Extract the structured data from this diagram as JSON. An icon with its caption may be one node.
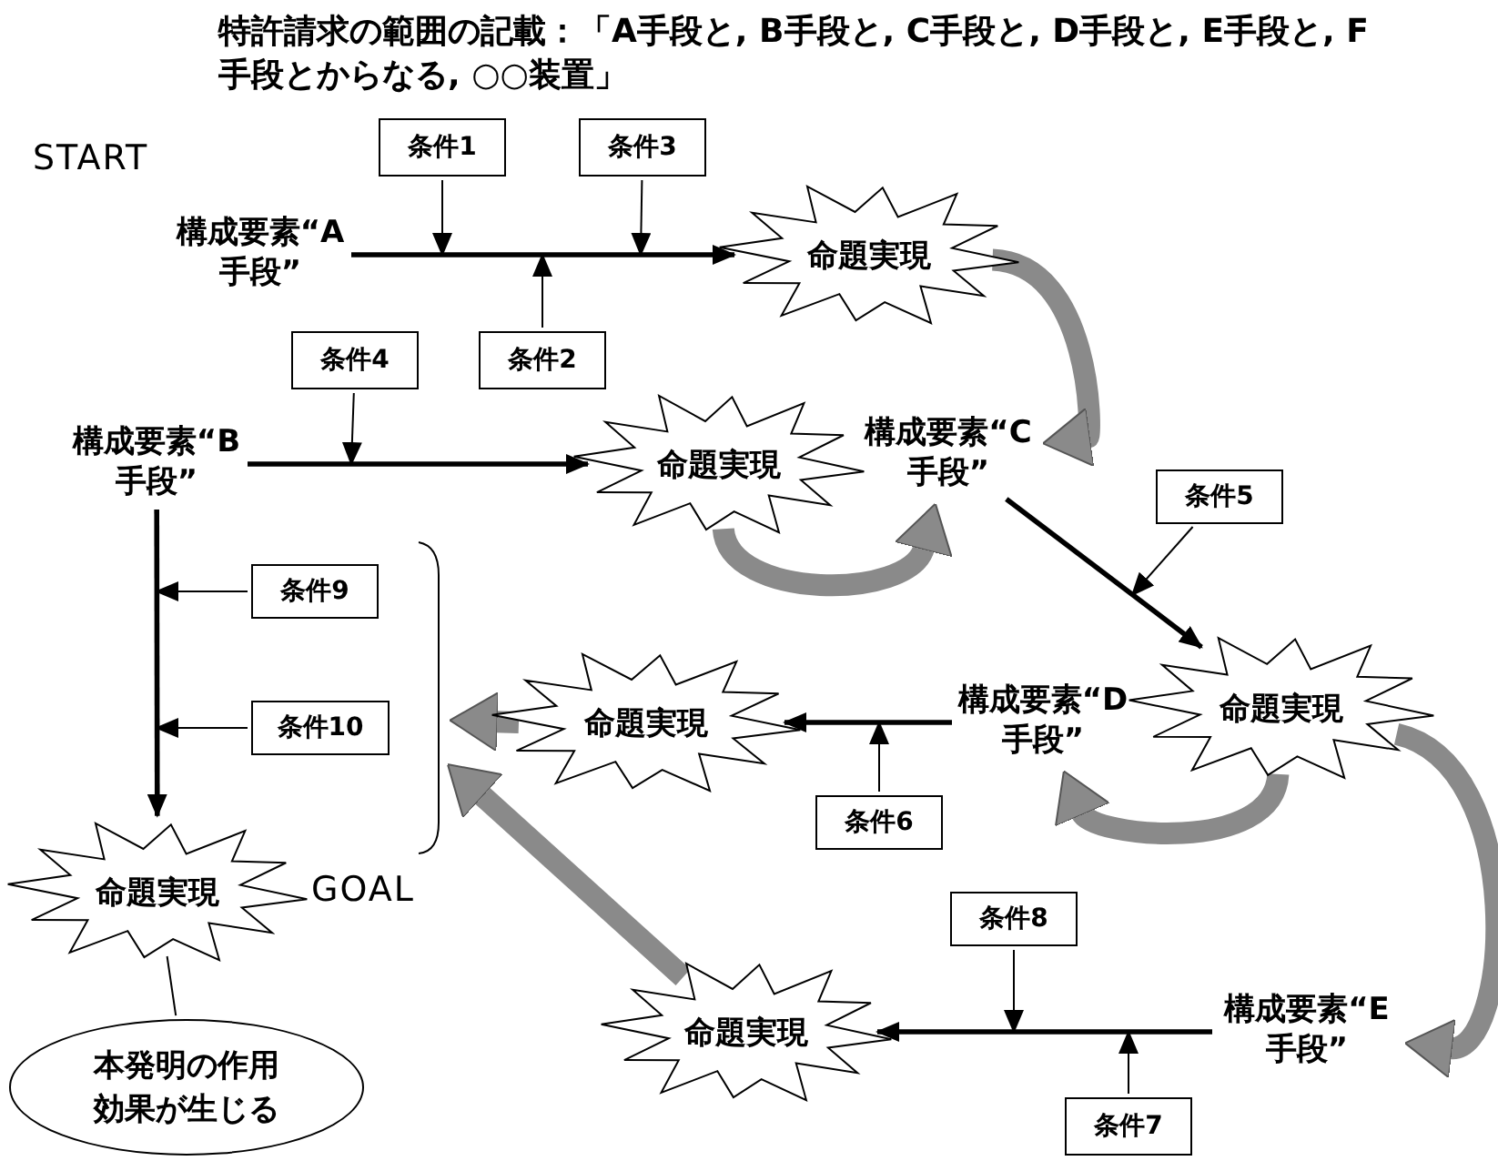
{
  "diagram": {
    "title": "特許請求の範囲の記載：「A手段と, B手段と, C手段と, D手段と, E手段と, F手段とからなる, ○○装置」",
    "nodes": [
      {
        "text": [
          "構成要素“A手段”"
        ]
      },
      {
        "text": [
          "条件1"
        ]
      },
      {
        "text": [
          "条件3"
        ]
      },
      {
        "text": [
          "条件2"
        ]
      },
      {
        "text": [
          "命題実現"
        ]
      },
      {
        "text": [
          "条件4"
        ]
      },
      {
        "text": [
          "構成要素“B手段”"
        ]
      },
      {
        "text": [
          "命題実現"
        ]
      },
      {
        "text": [
          "構成要素“C手段”"
        ]
      },
      {
        "text": [
          "条件5"
        ]
      },
      {
        "text": [
          "条件9"
        ]
      },
      {
        "text": [
          "条件10"
        ]
      },
      {
        "text": [
          "命題実現"
        ]
      },
      {
        "text": [
          "構成要素“D手段”"
        ]
      },
      {
        "text": [
          "命題実現"
        ]
      },
      {
        "text": [
          "条件6"
        ]
      },
      {
        "text": [
          "命題実現"
        ],
        "beside": [
          "GOAL"
        ]
      },
      {
        "text": [
          "本発明の作用効果が生じる"
        ]
      },
      {
        "text": [
          "条件8"
        ]
      },
      {
        "text": [
          "命題実現"
        ]
      },
      {
        "text": [
          "構成要素“E手段”"
        ]
      },
      {
        "text": [
          "条件7"
        ]
      },
      {
        "text": [],
        "shape": "bracket"
      }
    ],
    "edges": [
      {
        "from": 0,
        "to": 4,
        "arrow": "to"
      },
      {
        "from": 1,
        "to": null,
        "arrow": "to"
      },
      {
        "from": 2,
        "to": null,
        "arrow": "to"
      },
      {
        "from": 3,
        "to": null,
        "arrow": "to"
      },
      {
        "from": 4,
        "to": 8,
        "arrow": "to",
        "style": "thick",
        "color": "#8a8a8a"
      },
      {
        "from": 6,
        "to": 7,
        "arrow": "to"
      },
      {
        "from": 5,
        "to": null,
        "arrow": "to"
      },
      {
        "from": 7,
        "to": 8,
        "arrow": "to",
        "style": "thick",
        "color": "#8a8a8a"
      },
      {
        "from": 8,
        "to": 14,
        "arrow": "to"
      },
      {
        "from": 9,
        "to": null,
        "arrow": "to"
      },
      {
        "from": 6,
        "to": 16,
        "arrow": "to"
      },
      {
        "from": 10,
        "to": null,
        "arrow": "to"
      },
      {
        "from": 11,
        "to": null,
        "arrow": "to"
      },
      {
        "from": 13,
        "to": 12,
        "arrow": "to"
      },
      {
        "from": 15,
        "to": null,
        "arrow": "to"
      },
      {
        "from": 14,
        "to": 13,
        "arrow": "to",
        "style": "thick",
        "color": "#8a8a8a"
      },
      {
        "from": 14,
        "to": 20,
        "arrow": "to",
        "style": "thick",
        "color": "#8a8a8a"
      },
      {
        "from": 12,
        "to": 22,
        "arrow": "to",
        "style": "thick",
        "color": "#8a8a8a"
      },
      {
        "from": 19,
        "to": 22,
        "arrow": "to",
        "style": "thick",
        "color": "#8a8a8a"
      },
      {
        "from": 20,
        "to": 19,
        "arrow": "to"
      },
      {
        "from": 18,
        "to": null,
        "arrow": "to"
      },
      {
        "from": 21,
        "to": null,
        "arrow": "to"
      },
      {
        "from": 17,
        "to": 16,
        "arrow": "none"
      }
    ],
    "labels": [
      "START"
    ]
  }
}
